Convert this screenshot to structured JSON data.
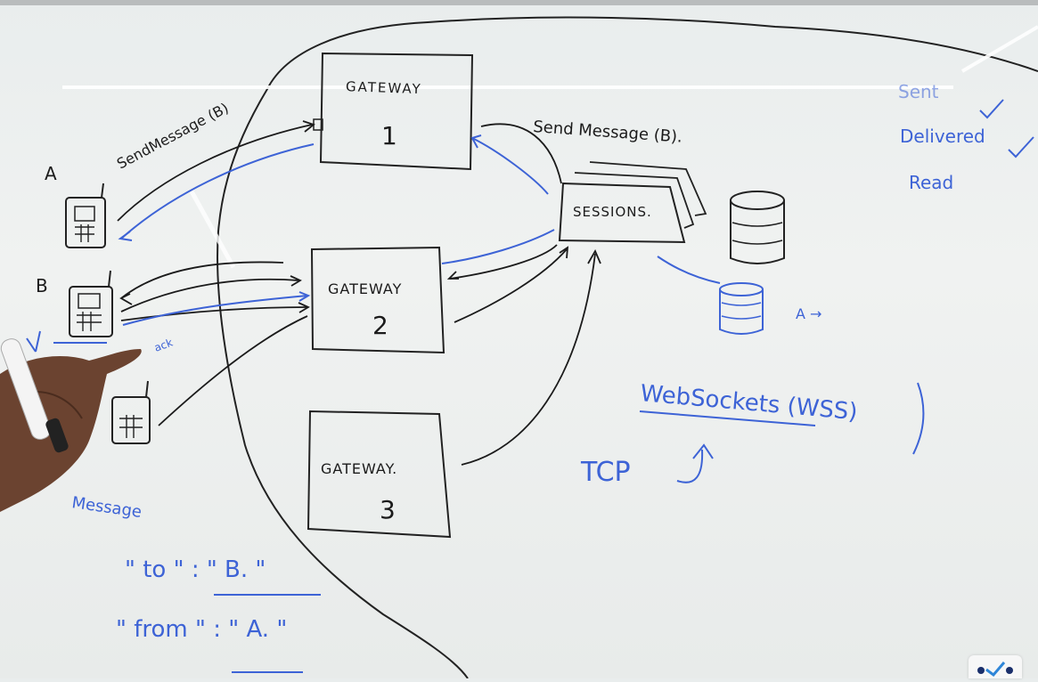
{
  "diagram": {
    "gateway1": {
      "title": "GATEWAY",
      "number": "1"
    },
    "gateway2": {
      "title": "GATEWAY",
      "number": "2"
    },
    "gateway3": {
      "title": "GATEWAY.",
      "number": "3"
    },
    "sessions": {
      "label": "SESSIONS."
    },
    "client_a": {
      "label": "A"
    },
    "client_b": {
      "label": "B"
    },
    "send_message_left": "SendMessage (B)",
    "send_message_right": "Send Message (B).",
    "ack_label": "ack",
    "db_label": "A →",
    "websockets": "WebSockets (WSS)",
    "tcp": "TCP",
    "status": [
      "Sent",
      "Delivered",
      "Read"
    ],
    "message": {
      "title": "Message",
      "to_line": "\" to \" : \" B. \"",
      "from_line": "\" from \" : \" A. \""
    }
  },
  "colors": {
    "black_ink": "#1b1b1b",
    "blue_ink": "#3d63d6",
    "board": "#eceff0"
  }
}
